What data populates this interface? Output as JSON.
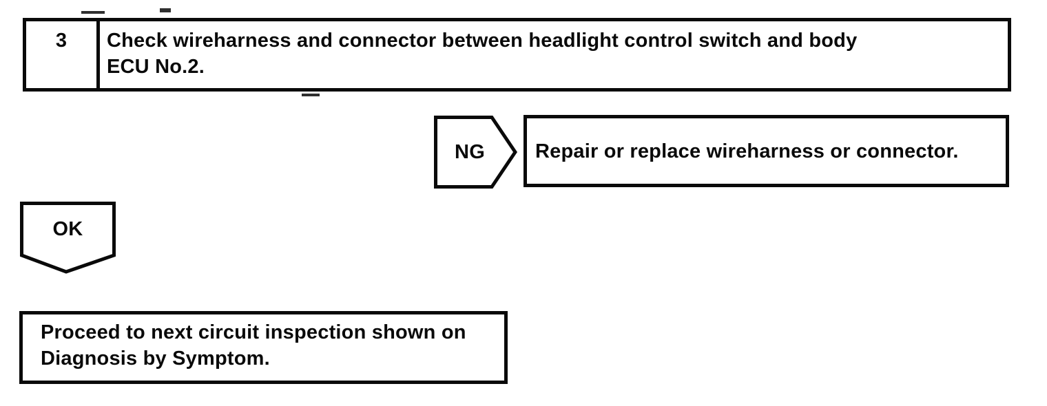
{
  "page": {
    "ink_color": "#0a0a0a",
    "paper_color": "#ffffff"
  },
  "flowchart": {
    "step": {
      "number": "3",
      "instruction_lines": [
        "Check wireharness and connector between headlight control switch and body",
        "ECU No.2."
      ]
    },
    "ng": {
      "label": "NG",
      "action": "Repair or replace wireharness or connector."
    },
    "ok": {
      "label": "OK",
      "action_lines": [
        "Proceed to next circuit inspection shown on",
        "Diagnosis by Symptom."
      ]
    }
  }
}
